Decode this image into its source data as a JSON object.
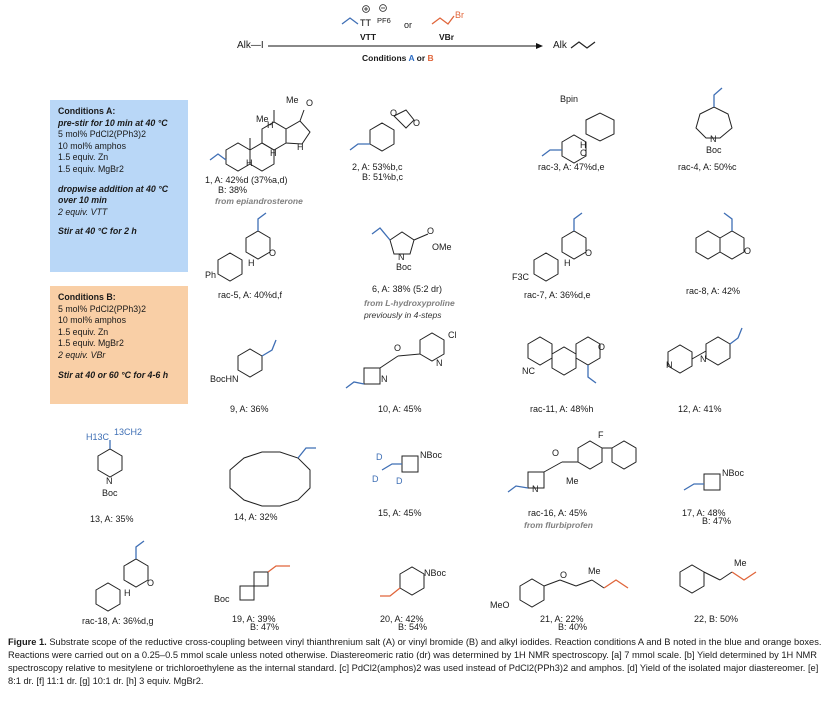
{
  "header": {
    "reactant": "Alk—I",
    "reagent1": "VTT",
    "reagent_or": "or",
    "reagent2": "VBr",
    "conditions_prefix": "Conditions",
    "cond_a": "A",
    "cond_or": "or",
    "cond_b": "B",
    "product": "Alk",
    "pf6": "PF6",
    "br": "Br"
  },
  "conditions_a": {
    "title": "Conditions A:",
    "step1": "pre-stir for 10 min at 40 °C",
    "lines": [
      "5 mol% PdCl2(PPh3)2",
      "10 mol% amphos",
      "1.5 equiv. Zn",
      "1.5 equiv. MgBr2"
    ],
    "step2": "dropwise addition at 40 °C over 10 min",
    "reagent": "2 equiv. VTT",
    "step3": "Stir at 40 °C for 2 h"
  },
  "conditions_b": {
    "title": "Conditions B:",
    "lines": [
      "5 mol% PdCl2(PPh3)2",
      "10 mol% amphos",
      "1.5 equiv. Zn",
      "1.5 equiv. MgBr2",
      "2 equiv. VBr"
    ],
    "step": "Stir at 40 or 60 °C for 4-6 h"
  },
  "compounds": [
    {
      "id": "1",
      "label": "1, A: 42%d (37%a,d)",
      "label2": "B: 38%",
      "note": "from epiandrosterone"
    },
    {
      "id": "2",
      "label": "2, A: 53%b,c",
      "label2": "B: 51%b,c"
    },
    {
      "id": "3",
      "label": "rac-3, A: 47%d,e"
    },
    {
      "id": "4",
      "label": "rac-4, A: 50%c"
    },
    {
      "id": "5",
      "label": "rac-5, A: 40%d,f"
    },
    {
      "id": "6",
      "label": "6, A: 38% (5:2 dr)",
      "note": "from L-hydroxyproline",
      "note2": "previously in 4-steps"
    },
    {
      "id": "7",
      "label": "rac-7, A: 36%d,e"
    },
    {
      "id": "8",
      "label": "rac-8, A: 42%"
    },
    {
      "id": "9",
      "label": "9, A: 36%"
    },
    {
      "id": "10",
      "label": "10, A: 45%"
    },
    {
      "id": "11",
      "label": "rac-11, A: 48%h"
    },
    {
      "id": "12",
      "label": "12, A: 41%"
    },
    {
      "id": "13",
      "label": "13, A: 35%"
    },
    {
      "id": "14",
      "label": "14, A: 32%"
    },
    {
      "id": "15",
      "label": "15, A: 45%"
    },
    {
      "id": "16",
      "label": "rac-16, A: 45%",
      "note": "from flurbiprofen"
    },
    {
      "id": "17",
      "label": "17, A: 48%",
      "label2": "B: 47%"
    },
    {
      "id": "18",
      "label": "rac-18, A: 36%d,g"
    },
    {
      "id": "19",
      "label": "19, A: 39%",
      "label2": "B: 47%"
    },
    {
      "id": "20",
      "label": "20, A: 42%",
      "label2": "B: 54%"
    },
    {
      "id": "21",
      "label": "21, A: 22%",
      "label2": "B: 40%"
    },
    {
      "id": "22",
      "label": "22, B: 50%"
    }
  ],
  "atoms": {
    "me": "Me",
    "h": "H",
    "o": "O",
    "n": "N",
    "boc": "Boc",
    "bpin": "Bpin",
    "ph": "Ph",
    "f3c": "F3C",
    "ome": "OMe",
    "bochn": "BocHN",
    "cl": "Cl",
    "nc": "NC",
    "nboc": "NBoc",
    "f": "F",
    "d": "D",
    "meo": "MeO",
    "h13c": "H13C",
    "ch2": "13CH2"
  },
  "caption": {
    "title": "Figure 1.",
    "text": "Substrate scope of the reductive cross-coupling between vinyl thianthrenium salt (A) or vinyl bromide (B) and alkyl iodides. Reaction conditions A and B noted in the blue and orange boxes. Reactions were carried out on a 0.25–0.5 mmol scale unless noted otherwise. Diastereomeric ratio (dr) was determined by 1H NMR spectroscopy. [a] 7 mmol scale. [b] Yield determined by 1H NMR spectroscopy relative to mesitylene or trichloroethylene as the internal standard. [c] PdCl2(amphos)2 was used instead of PdCl2(PPh3)2 and amphos. [d] Yield of the isolated major diastereomer. [e] 8:1 dr. [f] 11:1 dr. [g] 10:1 dr. [h] 3 equiv. MgBr2."
  },
  "colors": {
    "blue_box": "#b9d7f7",
    "orange_box": "#f9cfa6",
    "vinyl_blue": "#3f6fb5",
    "vbr_orange": "#e0653a",
    "cond_a": "#2b6cc4",
    "cond_b": "#e0653a"
  }
}
